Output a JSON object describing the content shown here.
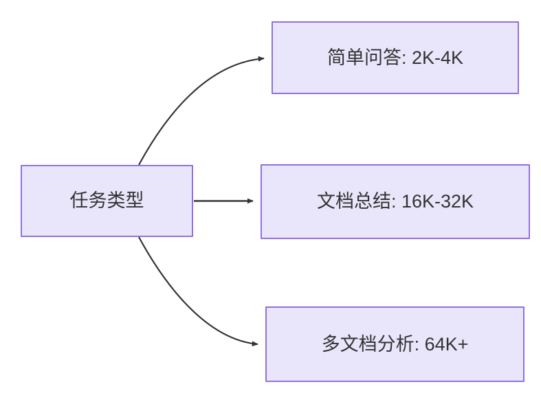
{
  "diagram": {
    "type": "flowchart",
    "direction": "left-to-right",
    "background_color": "#ffffff",
    "node_fill_color": "#e9e6fb",
    "node_border_color": "#9370db",
    "node_text_color": "#333333",
    "edge_color": "#333333",
    "source": {
      "id": "node-source",
      "label": "任务类型"
    },
    "targets": [
      {
        "id": "node-simple-qa",
        "label": "简单问答: 2K-4K"
      },
      {
        "id": "node-doc-summary",
        "label": "文档总结: 16K-32K"
      },
      {
        "id": "node-multi-doc",
        "label": "多文档分析: 64K+"
      }
    ],
    "edges": [
      {
        "from": "任务类型",
        "to": "简单问答: 2K-4K",
        "style": "curved",
        "arrow": "filled-triangle"
      },
      {
        "from": "任务类型",
        "to": "文档总结: 16K-32K",
        "style": "straight",
        "arrow": "filled-triangle"
      },
      {
        "from": "任务类型",
        "to": "多文档分析: 64K+",
        "style": "curved",
        "arrow": "filled-triangle"
      }
    ]
  }
}
